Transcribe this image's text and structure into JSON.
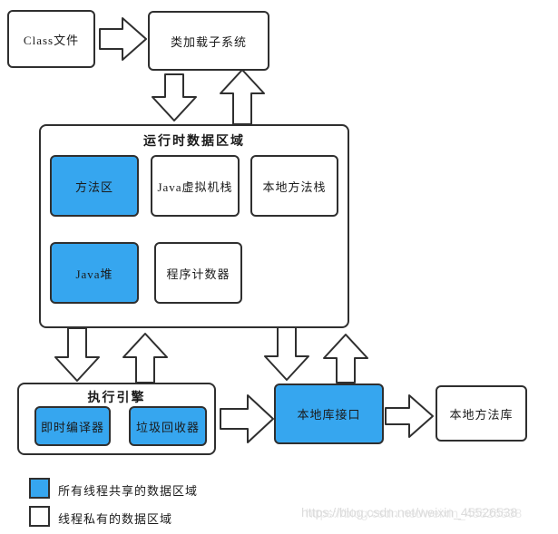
{
  "nodes": {
    "class_file": "Class文件",
    "class_loader": "类加载子系统",
    "runtime_title": "运行时数据区域",
    "method_area": "方法区",
    "jvm_stack": "Java虚拟机栈",
    "native_stack": "本地方法栈",
    "heap": "Java堆",
    "pc": "程序计数器",
    "engine_title": "执行引擎",
    "jit": "即时编译器",
    "gc": "垃圾回收器",
    "native_interface": "本地库接口",
    "native_library": "本地方法库"
  },
  "legend": {
    "shared_label": "所有线程共享的数据区域",
    "private_label": "线程私有的数据区域"
  },
  "watermark": {
    "url": "https://blog.csdn.net/weixin_45526538"
  },
  "colors": {
    "shared_fill": "#36a6ef",
    "private_fill": "#ffffff",
    "border": "#2f2f2f"
  },
  "edges": [
    {
      "from": "class_file",
      "to": "class_loader",
      "direction": "right"
    },
    {
      "from": "class_loader",
      "to": "runtime_area",
      "direction": "down"
    },
    {
      "from": "runtime_area",
      "to": "class_loader",
      "direction": "up"
    },
    {
      "from": "runtime_area",
      "to": "exec_engine",
      "direction": "down"
    },
    {
      "from": "exec_engine",
      "to": "runtime_area",
      "direction": "up"
    },
    {
      "from": "runtime_area",
      "to": "native_interface",
      "direction": "down"
    },
    {
      "from": "native_interface",
      "to": "runtime_area",
      "direction": "up"
    },
    {
      "from": "exec_engine",
      "to": "native_interface",
      "direction": "right"
    },
    {
      "from": "native_interface",
      "to": "native_library",
      "direction": "right"
    }
  ]
}
